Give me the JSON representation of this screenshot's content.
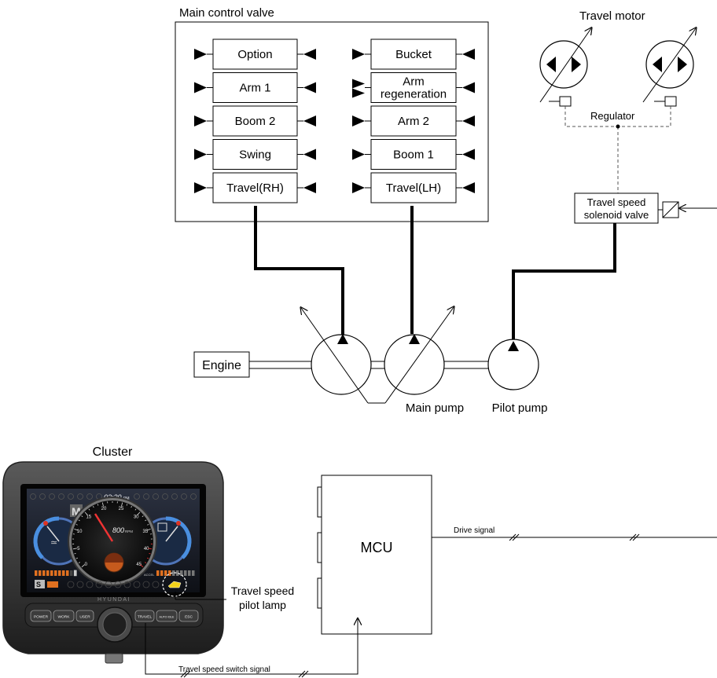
{
  "labels": {
    "main_control_valve": "Main control valve",
    "travel_motor": "Travel motor",
    "regulator": "Regulator",
    "travel_speed_solenoid_valve": [
      "Travel speed",
      "solenoid valve"
    ],
    "engine": "Engine",
    "main_pump": "Main pump",
    "pilot_pump": "Pilot pump",
    "cluster": "Cluster",
    "mcu": "MCU",
    "drive_signal": "Drive signal",
    "travel_speed_pilot_lamp": [
      "Travel speed",
      "pilot lamp"
    ],
    "travel_speed_switch_signal": "Travel speed switch signal"
  },
  "valve_spools": {
    "left": [
      "Option",
      "Arm 1",
      "Boom 2",
      "Swing",
      "Travel(RH)"
    ],
    "right": [
      "Bucket",
      [
        "Arm",
        "regeneration"
      ],
      "Arm 2",
      "Boom 1",
      "Travel(LH)"
    ]
  },
  "cluster_display": {
    "clock": "03:30",
    "clock_suffix": "PM",
    "rpm": "800",
    "rpm_unit": "RPM",
    "mode_letter": "M",
    "mode_s": "S",
    "brand": "HYUNDAI",
    "accel": "ACCEL",
    "gauge_ticks": [
      "0",
      "5",
      "10",
      "15",
      "20",
      "25",
      "30",
      "35",
      "40",
      "45"
    ],
    "gauge_unit": "x100",
    "buttons": [
      "POWER",
      "WORK",
      "USER",
      "TRAVEL",
      "AUTO IDLE",
      "ESC"
    ]
  }
}
